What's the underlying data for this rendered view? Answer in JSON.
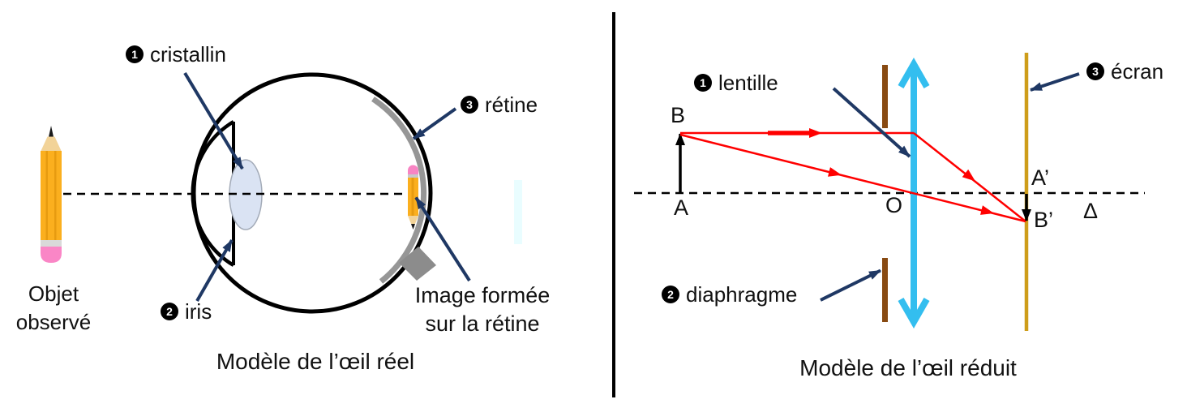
{
  "figure": {
    "left": {
      "object_line1": "Objet",
      "object_line2": "observé",
      "label1_num": "1",
      "label1_text": "cristallin",
      "label2_num": "2",
      "label2_text": "iris",
      "label3_num": "3",
      "label3_text": "rétine",
      "image_label_line1": "Image formée",
      "image_label_line2": "sur la rétine",
      "caption": "Modèle de l’œil réel"
    },
    "right": {
      "label1_num": "1",
      "label1_text": "lentille",
      "label2_num": "2",
      "label2_text": "diaphragme",
      "label3_num": "3",
      "label3_text": "écran",
      "point_B": "B",
      "point_A": "A",
      "point_O": "O",
      "point_A_prime": "A’",
      "point_B_prime": "B’",
      "axis_delta": "Δ",
      "caption": "Modèle de l’œil réduit"
    },
    "colors": {
      "annotation_arrow_navy": "#1F3864",
      "ray_red": "#FF0000",
      "lens_cyan": "#33BEEF",
      "diaphragm_brown": "#884A12",
      "screen_gold": "#CE9D1A",
      "retina_gray": "#969696",
      "cristallin_fill": "#DAE3F3",
      "pencil_yellow": "#FBAF1E",
      "eraser_pink": "#F884C3"
    }
  }
}
